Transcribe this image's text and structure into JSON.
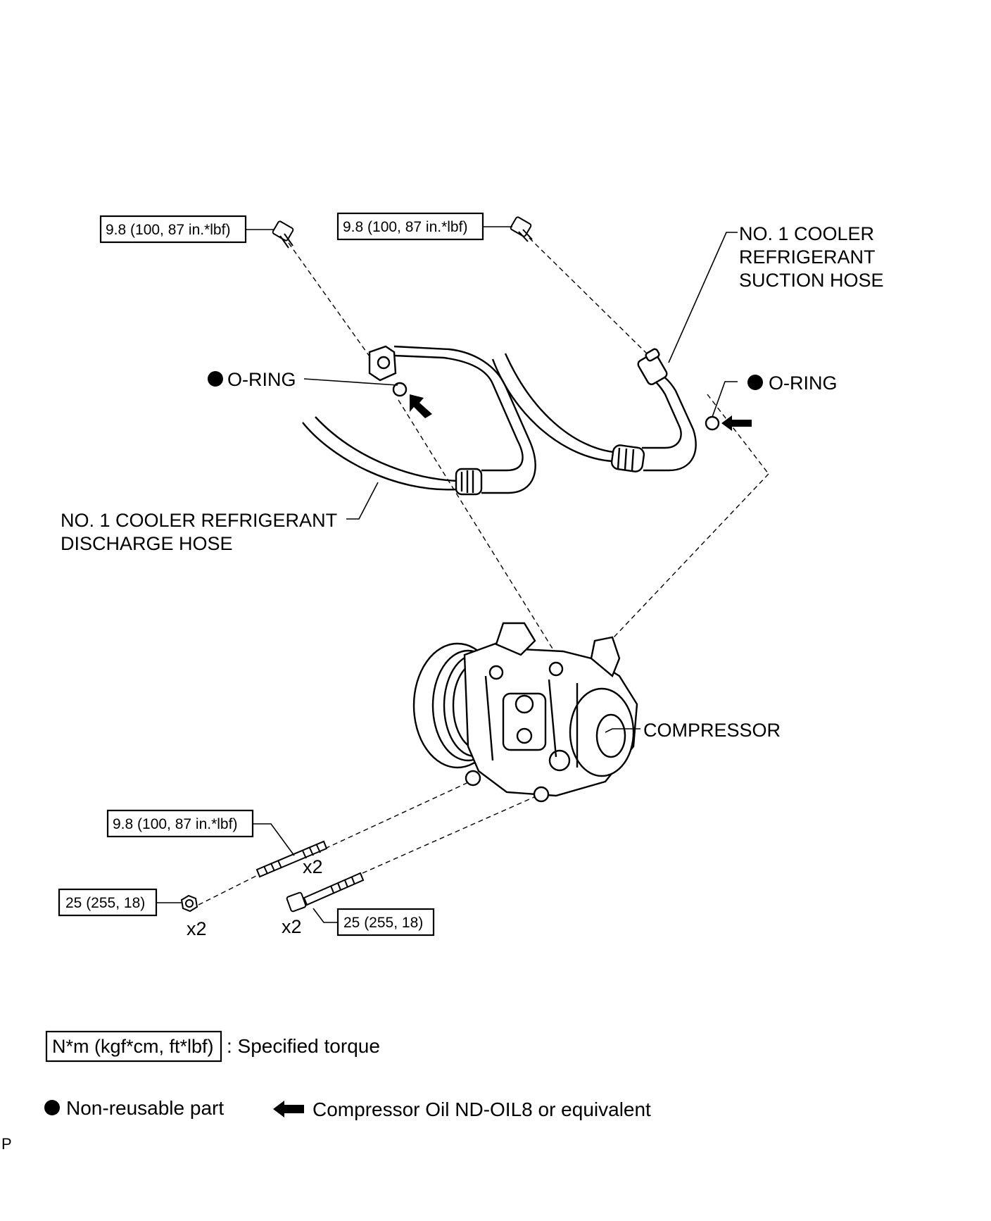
{
  "torque_labels": {
    "bolt_discharge_top": "9.8 (100, 87 in.*lbf)",
    "bolt_suction_top": "9.8 (100, 87 in.*lbf)",
    "stud_bolt": "9.8 (100, 87 in.*lbf)",
    "nut": "25 (255, 18)",
    "bolt_long": "25 (255, 18)"
  },
  "part_labels": {
    "suction_hose_line1": "NO. 1 COOLER",
    "suction_hose_line2": "REFRIGERANT",
    "suction_hose_line3": "SUCTION HOSE",
    "discharge_hose_line1": "NO. 1 COOLER REFRIGERANT",
    "discharge_hose_line2": "DISCHARGE HOSE",
    "o_ring_left": "O-RING",
    "o_ring_right": "O-RING",
    "compressor": "COMPRESSOR"
  },
  "quantities": {
    "stud_qty": "x2",
    "nut_qty": "x2",
    "bolt_qty": "x2"
  },
  "legend": {
    "torque_unit": "N*m (kgf*cm, ft*lbf)",
    "torque_desc": ": Specified torque",
    "non_reusable": "Non-reusable part",
    "oil": "Compressor Oil ND-OIL8 or equivalent"
  },
  "corner_mark": "P"
}
